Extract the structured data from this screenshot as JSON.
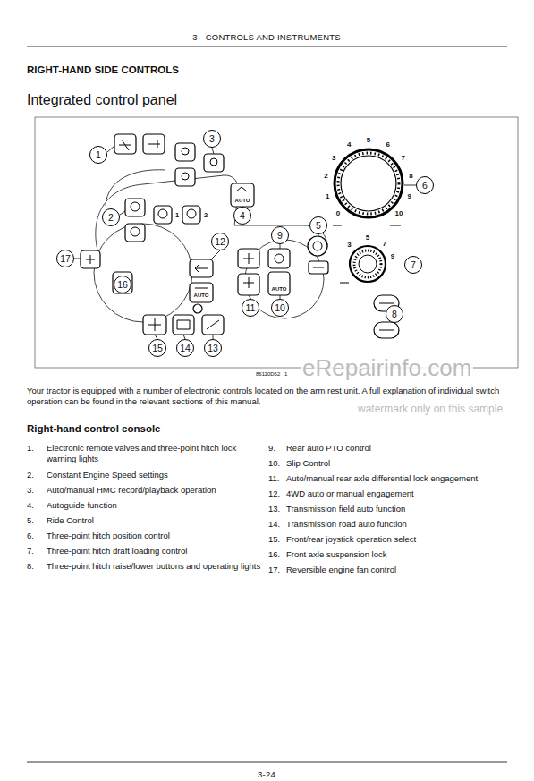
{
  "diagram": {
    "title": "Integrated control panel",
    "nodes": [
      {
        "text": [
          "1"
        ]
      },
      {
        "text": [
          "2"
        ]
      },
      {
        "text": [
          "3"
        ]
      },
      {
        "text": [
          "4"
        ]
      },
      {
        "text": [
          "5"
        ]
      },
      {
        "text": [
          "6"
        ]
      },
      {
        "text": [
          "7"
        ]
      },
      {
        "text": [
          "8"
        ]
      },
      {
        "text": [
          "9"
        ]
      },
      {
        "text": [
          "10"
        ]
      },
      {
        "text": [
          "11"
        ]
      },
      {
        "text": [
          "12"
        ]
      },
      {
        "text": [
          "13"
        ]
      },
      {
        "text": [
          "14"
        ]
      },
      {
        "text": [
          "15"
        ]
      },
      {
        "text": [
          "16"
        ]
      },
      {
        "text": [
          "17"
        ]
      }
    ],
    "labels": [
      "3 - CONTROLS AND INSTRUMENTS",
      "RIGHT-HAND SIDE CONTROLS",
      "AUTO",
      "AUTO",
      "AUTO",
      "1",
      "2",
      "0",
      "1",
      "2",
      "3",
      "4",
      "5",
      "6",
      "7",
      "8",
      "9",
      "10",
      "3",
      "5",
      "7",
      "9",
      "86110D62",
      "1",
      "Your tractor is equipped with a number of electronic controls located on the arm rest unit. A full explanation of individual switch operation can be found in the relevant sections of this manual.",
      "eRepairinfo.com",
      "watermark only on this sample",
      "Right-hand control console",
      "1.",
      "Electronic remote valves and three-point hitch lock warning lights",
      "2.",
      "Constant Engine Speed settings",
      "3.",
      "Auto/manual HMC record/playback operation",
      "4.",
      "Autoguide function",
      "5.",
      "Ride Control",
      "6.",
      "Three-point hitch position control",
      "7.",
      "Three-point hitch draft loading control",
      "8.",
      "Three-point hitch raise/lower buttons and operating lights",
      "9.",
      "Rear auto PTO control",
      "10.",
      "Slip Control",
      "11.",
      "Auto/manual rear axle differential lock engagement",
      "12.",
      "4WD auto or manual engagement",
      "13.",
      "Transmission field auto function",
      "14.",
      "Transmission road auto function",
      "15.",
      "Front/rear joystick operation select",
      "16.",
      "Front axle suspension lock",
      "17.",
      "Reversible engine fan control",
      "3-24"
    ]
  }
}
